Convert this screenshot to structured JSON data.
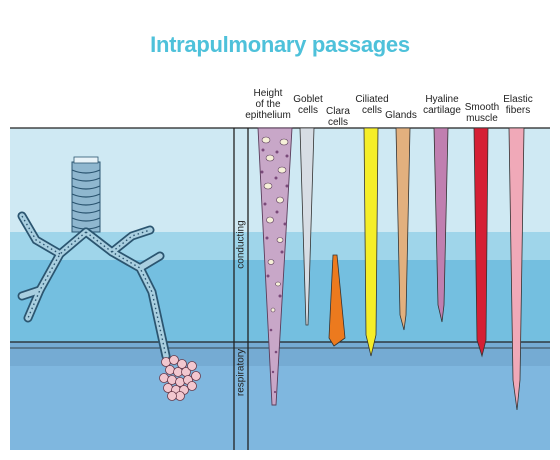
{
  "title": "Intrapulmonary passages",
  "column_headers": {
    "epithelium_height": "Height of the epithelium",
    "goblet_cells": "Goblet cells",
    "clara_cells": "Clara cells",
    "ciliated_cells": "Ciliated cells",
    "glands": "Glands",
    "hyaline_cartilage": "Hyaline cartilage",
    "smooth_muscle": "Smooth muscle",
    "elastic_fibers": "Elastic fibers"
  },
  "zones": {
    "conducting": "conducting",
    "respiratory": "respiratory"
  },
  "colors": {
    "title": "#4ec1da",
    "band_light": "#cfe9f3",
    "band_mid": "#9fd5ea",
    "band_deep": "#74bfe0",
    "band_respiratory": "#7fb7df",
    "goblet": "#d7dde4",
    "clara": "#ec7a1e",
    "ciliated": "#f5ee28",
    "glands": "#e2b07e",
    "hyaline": "#c07fb0",
    "smooth": "#d51f34",
    "elastic": "#f0a9b8",
    "epithelium": "#c8a7c8",
    "airway": "#8fb7cf"
  }
}
